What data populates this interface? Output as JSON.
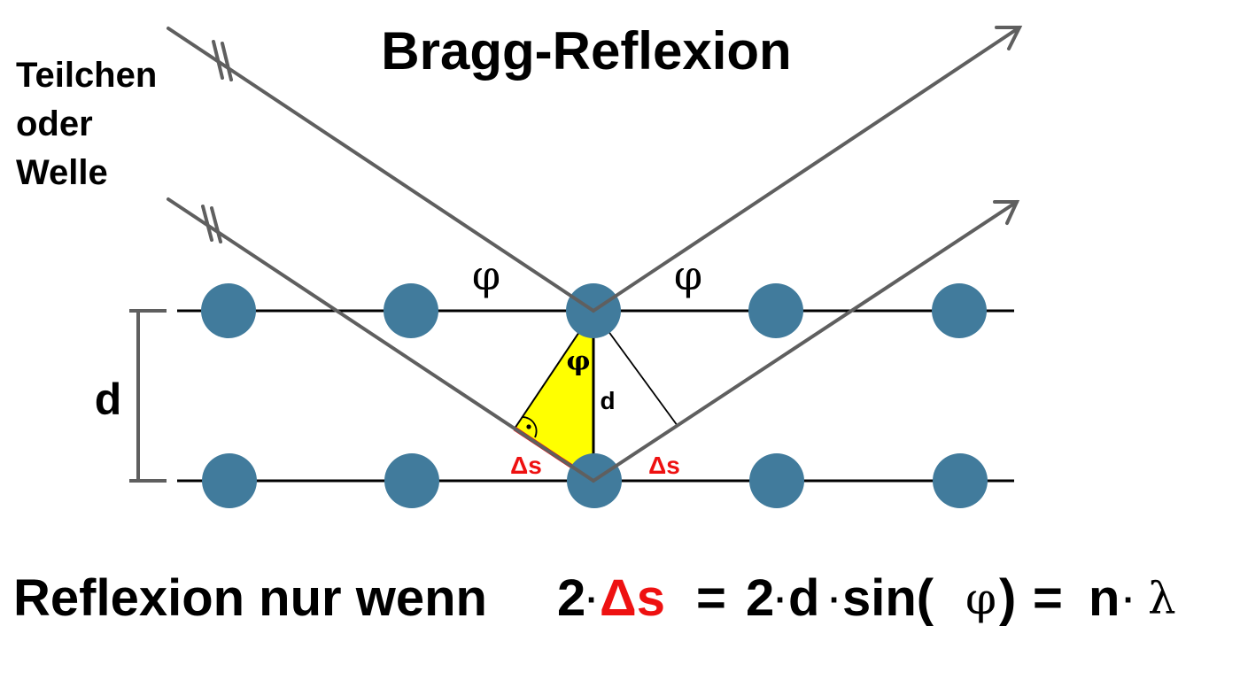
{
  "title": "Bragg-Reflexion",
  "source_label": {
    "line1": "Teilchen",
    "line2": "oder",
    "line3": "Welle"
  },
  "labels": {
    "spacing_d_outer": "d",
    "spacing_d_inner": "d",
    "angle_phi": "φ",
    "path_difference": "Δs",
    "right_angle_dot": "·"
  },
  "formula": {
    "lead": "Reflexion nur wenn",
    "two_1": "2",
    "dot": "·",
    "delta_s": "Δs",
    "equals": "=",
    "two_2": "2",
    "d": "d",
    "sin_open": "sin(",
    "phi": "φ",
    "close": ")",
    "n": "n",
    "lambda": "λ"
  },
  "colors": {
    "atom": "#417b9c",
    "ray": "#5f5f5f",
    "lattice_line": "#000000",
    "triangle_fill": "#ffff00",
    "highlight": "#ee1111",
    "text": "#000000"
  }
}
